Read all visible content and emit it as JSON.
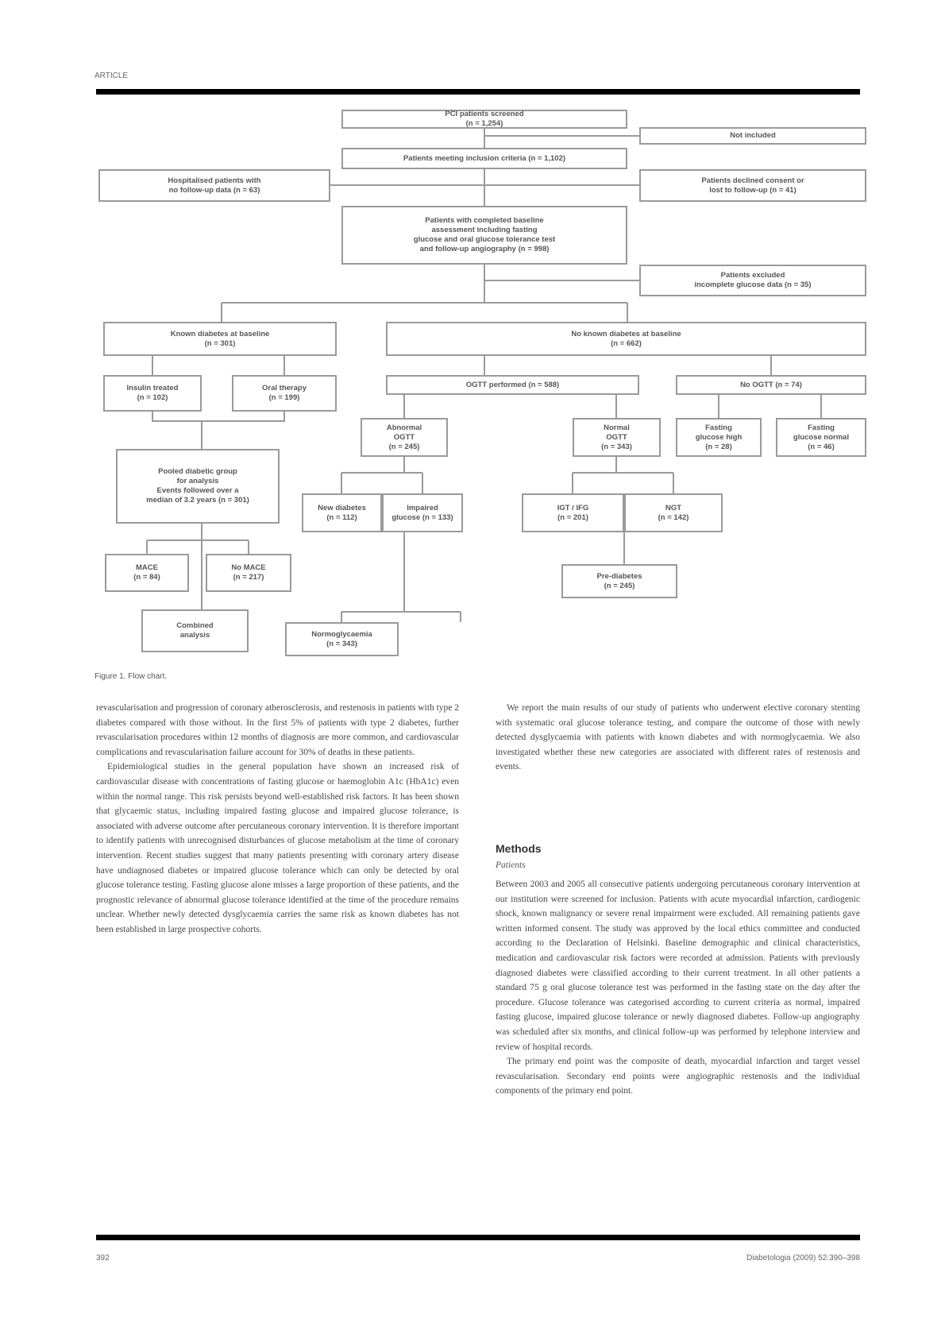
{
  "header": {
    "running_head": "ARTICLE"
  },
  "flow": {
    "boxes": [
      {
        "text": "PCI patients screened\n(n = 1,254)"
      },
      {
        "text": "Not included"
      },
      {
        "text": "Patients meeting inclusion criteria (n = 1,102)"
      },
      {
        "text": "Hospitalised patients with\nno follow-up data (n = 63)"
      },
      {
        "text": "Patients declined consent or\nlost to follow-up (n = 41)"
      },
      {
        "text": "Patients with completed baseline\nassessment including fasting\nglucose and oral glucose tolerance test\nand follow-up angiography (n = 998)"
      },
      {
        "text": "Patients excluded\nincomplete glucose data (n = 35)"
      },
      {
        "text": "Known diabetes at baseline\n(n = 301)"
      },
      {
        "text": "No known diabetes at baseline\n(n = 662)"
      },
      {
        "text": "Insulin treated\n(n = 102)"
      },
      {
        "text": "Oral therapy\n(n = 199)"
      },
      {
        "text": "OGTT performed (n = 588)"
      },
      {
        "text": "No OGTT (n = 74)"
      },
      {
        "text": "Abnormal\nOGTT\n(n = 245)"
      },
      {
        "text": "Normal\nOGTT\n(n = 343)"
      },
      {
        "text": "Fasting\nglucose high\n(n = 28)"
      },
      {
        "text": "Fasting\nglucose normal\n(n = 46)"
      },
      {
        "text": "Pooled diabetic group\nfor analysis\nEvents followed over a\nmedian of 3.2 years (n = 301)"
      },
      {
        "text": "MACE\n(n = 84)"
      },
      {
        "text": "No MACE\n(n = 217)"
      },
      {
        "text": "New diabetes\n(n = 112)"
      },
      {
        "text": "Impaired\nglucose (n = 133)"
      },
      {
        "text": "IGT / IFG\n(n = 201)"
      },
      {
        "text": "NGT\n(n = 142)"
      },
      {
        "text": "Combined\nanalysis"
      },
      {
        "text": "Pre-diabetes\n(n = 245)"
      },
      {
        "text": "Normoglycaemia\n(n = 343)"
      }
    ]
  },
  "caption": "Figure 1. Flow chart.",
  "body": {
    "left": [
      "revascularisation and progression of coronary atherosclerosis, and restenosis in patients with type 2 diabetes compared with those without. In the first 5% of patients with type 2 diabetes, further revascularisation procedures within 12 months of diagnosis are more common, and cardiovascular complications and revascularisation failure account for 30% of deaths in these patients.",
      "Epidemiological studies in the general population have shown an increased risk of cardiovascular disease with concentrations of fasting glucose or haemoglobin A1c (HbA1c) even within the normal range. This risk persists beyond well-established risk factors. It has been shown that glycaemic status, including impaired fasting glucose and impaired glucose tolerance, is associated with adverse outcome after percutaneous coronary intervention. It is therefore important to identify patients with unrecognised disturbances of glucose metabolism at the time of coronary intervention. Recent studies suggest that many patients presenting with coronary artery disease have undiagnosed diabetes or impaired glucose tolerance which can only be detected by oral glucose tolerance testing. Fasting glucose alone misses a large proportion of these patients, and the prognostic relevance of abnormal glucose tolerance identified at the time of the procedure remains unclear. Whether newly detected dysglycaemia carries the same risk as known diabetes has not been established in large prospective cohorts."
    ],
    "right": [
      "We report the main results of our study of patients who underwent elective coronary stenting with systematic oral glucose tolerance testing, and compare the outcome of those with newly detected dysglycaemia with patients with known diabetes and with normoglycaemia. We also investigated whether these new categories are associated with different rates of restenosis and events."
    ],
    "methods_heading": "Methods",
    "patients_heading": "Patients",
    "methods": [
      "Between 2003 and 2005 all consecutive patients undergoing percutaneous coronary intervention at our institution were screened for inclusion. Patients with acute myocardial infarction, cardiogenic shock, known malignancy or severe renal impairment were excluded. All remaining patients gave written informed consent. The study was approved by the local ethics committee and conducted according to the Declaration of Helsinki. Baseline demographic and clinical characteristics, medication and cardiovascular risk factors were recorded at admission. Patients with previously diagnosed diabetes were classified according to their current treatment. In all other patients a standard 75 g oral glucose tolerance test was performed in the fasting state on the day after the procedure. Glucose tolerance was categorised according to current criteria as normal, impaired fasting glucose, impaired glucose tolerance or newly diagnosed diabetes. Follow-up angiography was scheduled after six months, and clinical follow-up was performed by telephone interview and review of hospital records.",
      "The primary end point was the composite of death, myocardial infarction and target vessel revascularisation. Secondary end points were angiographic restenosis and the individual components of the primary end point."
    ]
  },
  "footer": {
    "page": "392",
    "journal": "Diabetologia (2009) 52:390–398"
  }
}
